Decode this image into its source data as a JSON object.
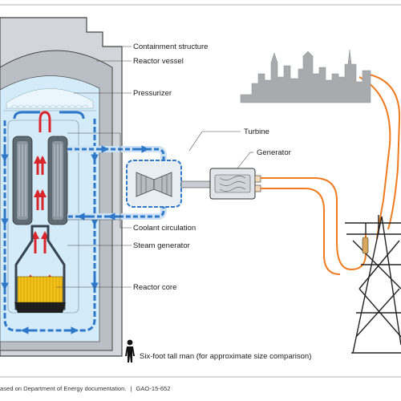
{
  "labels": {
    "containment": "Containment structure",
    "vessel": "Reactor vessel",
    "pressurizer": "Pressurizer",
    "turbine": "Turbine",
    "generator": "Generator",
    "coolant": "Coolant circulation",
    "steam_generator": "Steam generator",
    "core": "Reactor core",
    "man": "Six-foot tall man (for approximate size comparison)"
  },
  "source": {
    "text": "ased on Department of Energy documentation.",
    "separator": "|",
    "report_id": "GAO-15-652"
  },
  "colors": {
    "containment_fill": "#d2d6da",
    "vessel_fill": "#b9bfc5",
    "water": "#d4ecfa",
    "coolant_blue": "#2f78c9",
    "hot_red": "#d9262c",
    "power_line": "#ee7b1f",
    "core_yellow": "#f4c11a",
    "city_gray": "#a8abae"
  },
  "icons": {
    "man": "standing-person-icon",
    "tower": "transmission-tower-icon",
    "city": "city-skyline-icon"
  }
}
